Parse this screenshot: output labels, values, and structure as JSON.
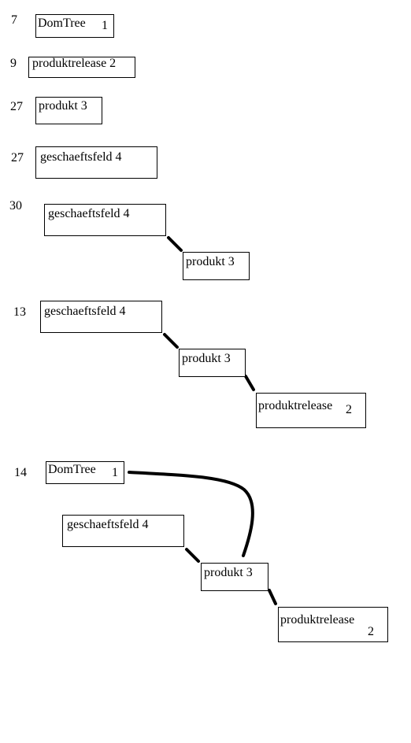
{
  "rows": [
    {
      "step": "7"
    },
    {
      "step": "9"
    },
    {
      "step": "27"
    },
    {
      "step": "27"
    },
    {
      "step": "30"
    },
    {
      "step": "13"
    },
    {
      "step": "14"
    }
  ],
  "nodes": {
    "domtree": {
      "name": "DomTree",
      "id": "1"
    },
    "produktrelease": {
      "name": "produktrelease",
      "id": "2"
    },
    "produktrelease_inline": "produktrelease 2",
    "produkt": "produkt 3",
    "geschaeftsfeld": "geschaeftsfeld 4"
  }
}
